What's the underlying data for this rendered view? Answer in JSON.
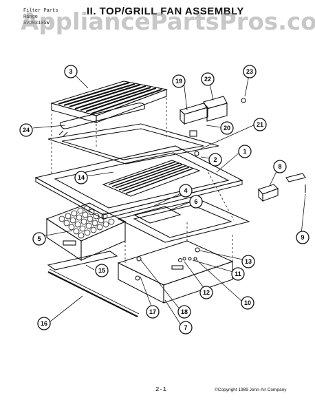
{
  "header": {
    "lines": [
      "Filter Parts",
      "Range",
      "SVD8310SW"
    ],
    "title": "II. TOP/GRILL FAN ASSEMBLY"
  },
  "watermark": "AppliancePartsPros.com",
  "callouts": [
    "1",
    "2",
    "3",
    "4",
    "5",
    "6",
    "7",
    "8",
    "9",
    "10",
    "11",
    "12",
    "13",
    "14",
    "15",
    "16",
    "17",
    "18",
    "19",
    "20",
    "21",
    "22",
    "23",
    "24"
  ],
  "footer": {
    "page_number": "2-1",
    "copyright": "©Copyright 1989 Jenn-Air Company"
  }
}
